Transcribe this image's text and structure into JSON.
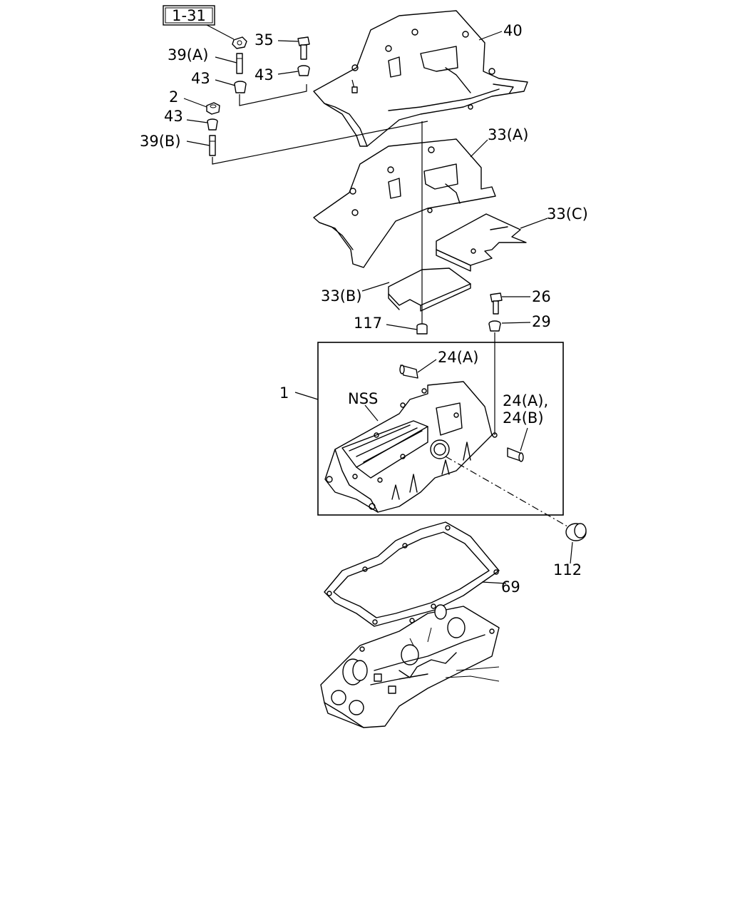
{
  "ref_box": "1-31",
  "labels": {
    "p40": "40",
    "p35": "35",
    "p39a": "39(A)",
    "p43a": "43",
    "p43b": "43",
    "p2": "2",
    "p43c": "43",
    "p39b": "39(B)",
    "p33a": "33(A)",
    "p33c": "33(C)",
    "p33b": "33(B)",
    "p26": "26",
    "p117": "117",
    "p29": "29",
    "p24a": "24(A)",
    "p1": "1",
    "nss": "NSS",
    "p24ab_1": "24(A),",
    "p24ab_2": "24(B)",
    "p112": "112",
    "p69": "69"
  }
}
